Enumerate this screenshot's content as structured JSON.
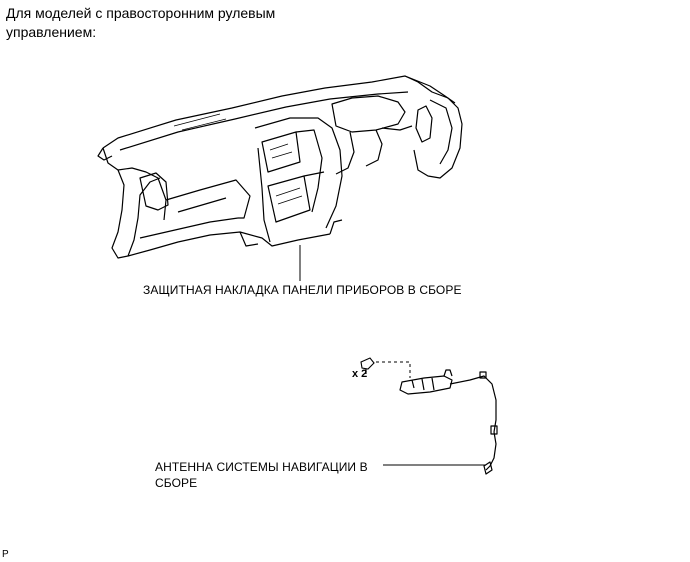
{
  "header": {
    "title": "Для моделей с правосторонним рулевым управлением:"
  },
  "parts": {
    "instrument_panel": {
      "label": "ЗАЩИТНАЯ НАКЛАДКА ПАНЕЛИ ПРИБОРОВ В СБОРЕ"
    },
    "antenna": {
      "label": "АНТЕННА СИСТЕМЫ НАВИГАЦИИ В СБОРЕ"
    },
    "fastener": {
      "quantity": "x 2",
      "icon": "clip-icon"
    }
  },
  "footer": {
    "code": "P"
  }
}
